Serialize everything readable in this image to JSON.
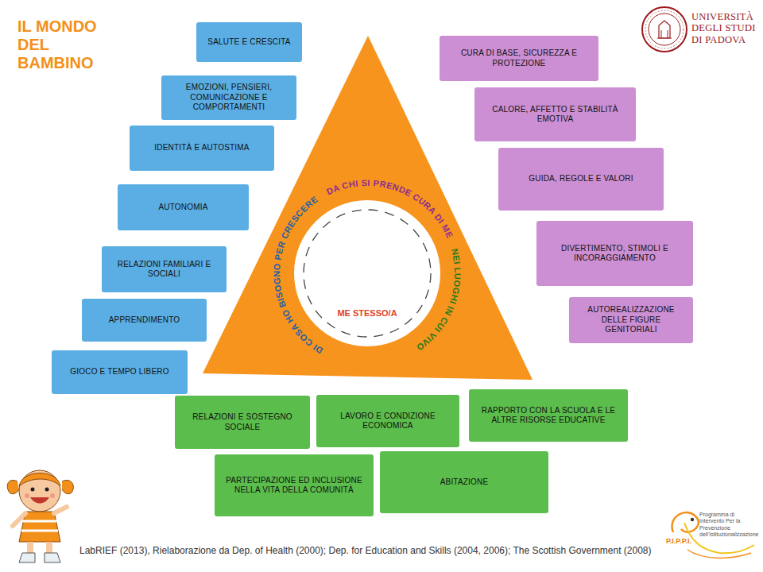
{
  "diagram": {
    "title": "IL MONDO DEL BAMBINO",
    "caption": "LabRIEF (2013), Rielaborazione da Dep. of Health (2000); Dep. for Education and Skills (2004, 2006); The Scottish Government (2008)",
    "nodes": [
      {
        "text": [
          "SALUTE E CRESCITA"
        ]
      },
      {
        "text": [
          "EMOZIONI, PENSIERI, COMUNICAZIONE E COMPORTAMENTI"
        ]
      },
      {
        "text": [
          "IDENTITÀ E AUTOSTIMA"
        ]
      },
      {
        "text": [
          "AUTONOMIA"
        ]
      },
      {
        "text": [
          "RELAZIONI FAMILIARI E SOCIALI"
        ]
      },
      {
        "text": [
          "APPRENDIMENTO"
        ]
      },
      {
        "text": [
          "GIOCO E TEMPO LIBERO"
        ]
      },
      {
        "text": [
          "DI COSA HO BISOGNO PER CRESCERE",
          "DA CHI SI PRENDE CURA DI ME",
          "NEI LUOGHI IN CUI VIVO"
        ]
      },
      {
        "text": [
          "ME STESSO/A"
        ],
        "in": 7
      },
      {
        "text": [
          "CURA DI BASE, SICUREZZA E PROTEZIONE"
        ]
      },
      {
        "text": [
          "CALORE, AFFETTO E STABILITÀ EMOTIVA"
        ]
      },
      {
        "text": [
          "GUIDA, REGOLE E VALORI"
        ]
      },
      {
        "text": [
          "DIVERTIMENTO, STIMOLI E INCORAGGIAMENTO"
        ]
      },
      {
        "text": [
          "AUTOREALIZZAZIONE DELLE FIGURE GENITORIALI"
        ]
      },
      {
        "text": [
          "RELAZIONI E SOSTEGNO SOCIALE"
        ]
      },
      {
        "text": [
          "LAVORO E CONDIZIONE ECONOMICA"
        ]
      },
      {
        "text": [
          "RAPPORTO CON LA SCUOLA E LE ALTRE RISORSE EDUCATIVE"
        ]
      },
      {
        "text": [
          "PARTECIPAZIONE ED INCLUSIONE NELLA VITA DELLA COMUNITÀ"
        ]
      },
      {
        "text": [
          "ABITAZIONE"
        ]
      }
    ],
    "labels": [
      "UNIVERSITÀ DEGLI STUDI DI PADOVA",
      "P.I.P.P.I.",
      "Programma di Intervento Per la Prevenzione dell'Istituzionalizzazione"
    ]
  }
}
